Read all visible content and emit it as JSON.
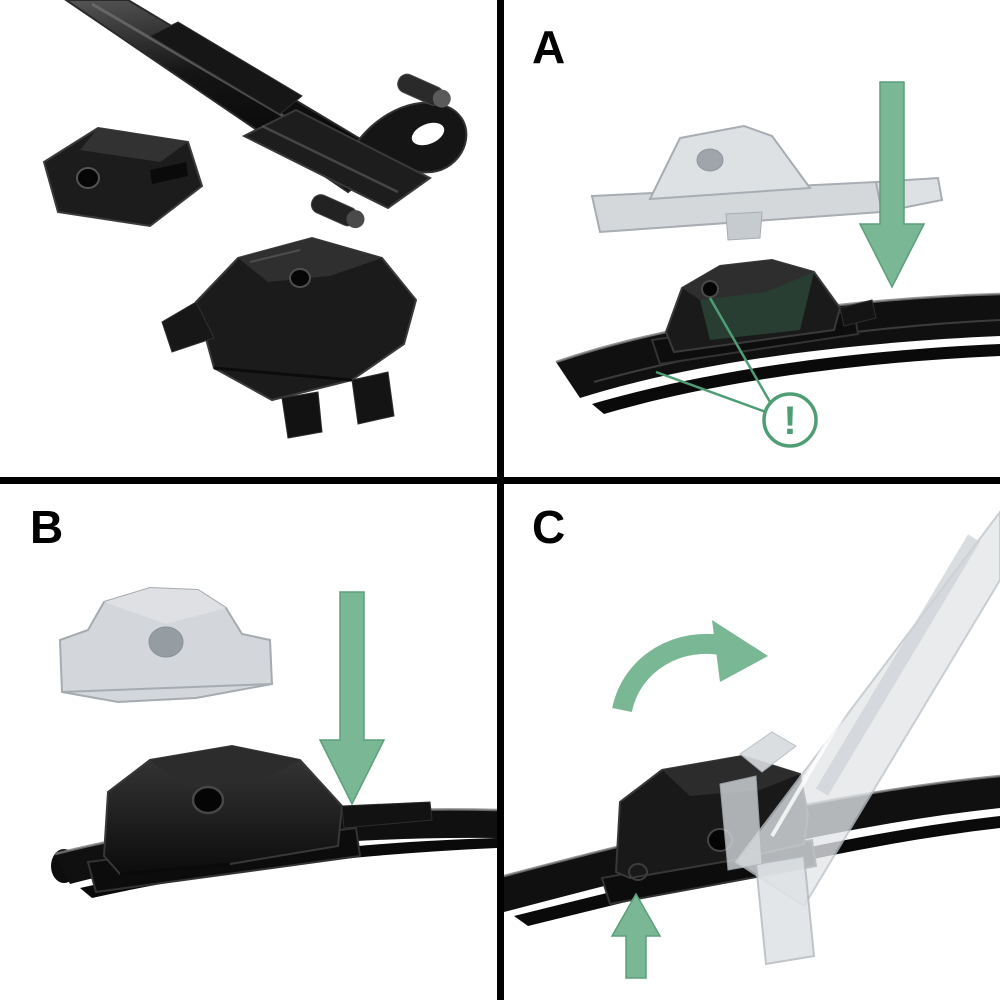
{
  "panels": {
    "parts": {
      "label": ""
    },
    "a": {
      "label": "A"
    },
    "b": {
      "label": "B"
    },
    "c": {
      "label": "C"
    }
  },
  "warning": {
    "symbol": "!"
  },
  "colors": {
    "background": "#ffffff",
    "divider": "#000000",
    "arrow_green": "#79b795",
    "arrow_green_dark": "#4e9d74",
    "ghost_gray": "#d2d6da",
    "blade_black": "#101010"
  }
}
